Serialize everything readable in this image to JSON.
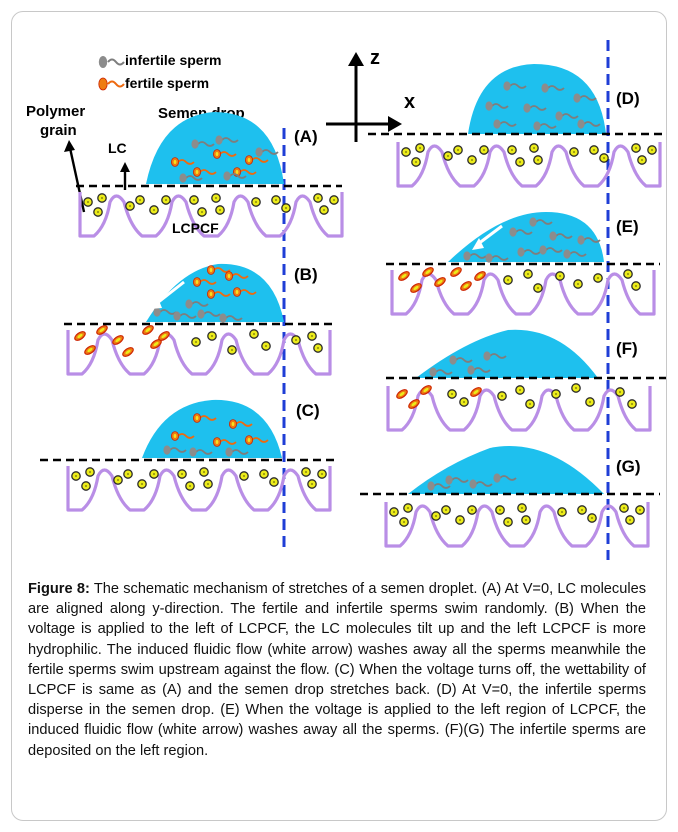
{
  "legend": {
    "infertile": "infertile sperm",
    "fertile": "fertile sperm"
  },
  "labels": {
    "semen_drop": "Semen drop",
    "polymer": "Polymer",
    "grain": "grain",
    "lc": "LC",
    "lcpcf": "LCPCF",
    "axis_z": "z",
    "axis_x": "x"
  },
  "panels": [
    "(A)",
    "(B)",
    "(C)",
    "(D)",
    "(E)",
    "(F)",
    "(G)"
  ],
  "caption": {
    "title": "Figure 8:",
    "text": " The schematic mechanism of stretches of a semen droplet. (A) At V=0, LC molecules are aligned along y-direction. The fertile and infertile sperms swim randomly. (B) When the voltage is applied to the left of LCPCF, the LC molecules tilt up and the left LCPCF is more hydrophilic. The induced fluidic flow (white arrow) washes away all the sperms meanwhile the fertile sperms swim upstream against the flow. (C) When the voltage turns off, the wettability of LCPCF is same as (A) and the semen drop stretches back. (D) At V=0, the infertile sperms disperse in the semen drop. (E) When the voltage is applied to the left region of LCPCF, the induced fluidic flow (white arrow) washes away all the sperms. (F)(G) The infertile sperms are deposited on the left region."
  },
  "colors": {
    "drop": "#1ec0ee",
    "substrate": "#b98ee6",
    "lc": "#ecec1a",
    "fertile_sperm": "#ee7c12",
    "infertile_sperm": "#8c8c8c",
    "divider": "#1f3ed6"
  }
}
